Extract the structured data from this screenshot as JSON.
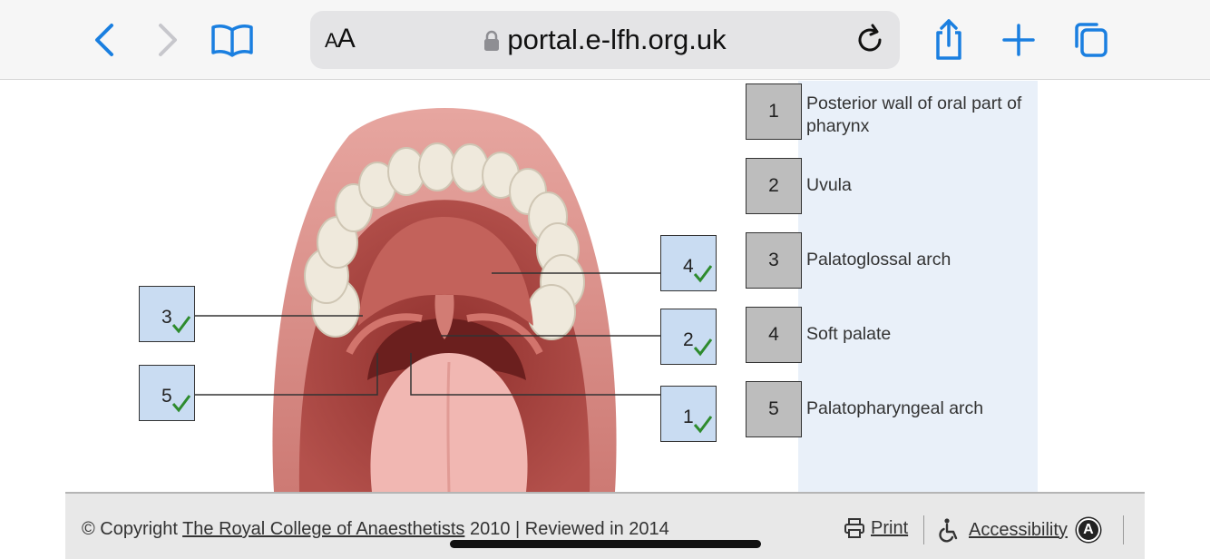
{
  "browser": {
    "aa_label_small": "A",
    "aa_label_large": "A",
    "url": "portal.e-lfh.org.uk",
    "icons": [
      "back-icon",
      "forward-icon",
      "bookmarks-icon",
      "lock-icon",
      "reload-icon",
      "share-icon",
      "new-tab-icon",
      "tabs-icon"
    ],
    "accent_color": "#1a7fe0"
  },
  "diagram": {
    "placed_labels": [
      {
        "id": "left-top",
        "number": "3",
        "correct": true
      },
      {
        "id": "left-bottom",
        "number": "5",
        "correct": true
      },
      {
        "id": "right-top",
        "number": "4",
        "correct": true
      },
      {
        "id": "right-middle",
        "number": "2",
        "correct": true
      },
      {
        "id": "right-bottom",
        "number": "1",
        "correct": true
      }
    ],
    "check_color": "#2e8b2e",
    "label_color": "#c9dcf2"
  },
  "key": [
    {
      "number": "1",
      "text": "Posterior wall of oral part of pharynx"
    },
    {
      "number": "2",
      "text": "Uvula"
    },
    {
      "number": "3",
      "text": "Palatoglossal arch"
    },
    {
      "number": "4",
      "text": "Soft palate"
    },
    {
      "number": "5",
      "text": "Palatopharyngeal arch"
    }
  ],
  "footer": {
    "copyright_prefix": "© Copyright ",
    "copyright_link": "The Royal College of Anaesthetists",
    "copyright_suffix": " 2010 | Reviewed in 2014",
    "print_label": "Print",
    "accessibility_label": "Accessibility",
    "accessibility_badge": "A"
  }
}
